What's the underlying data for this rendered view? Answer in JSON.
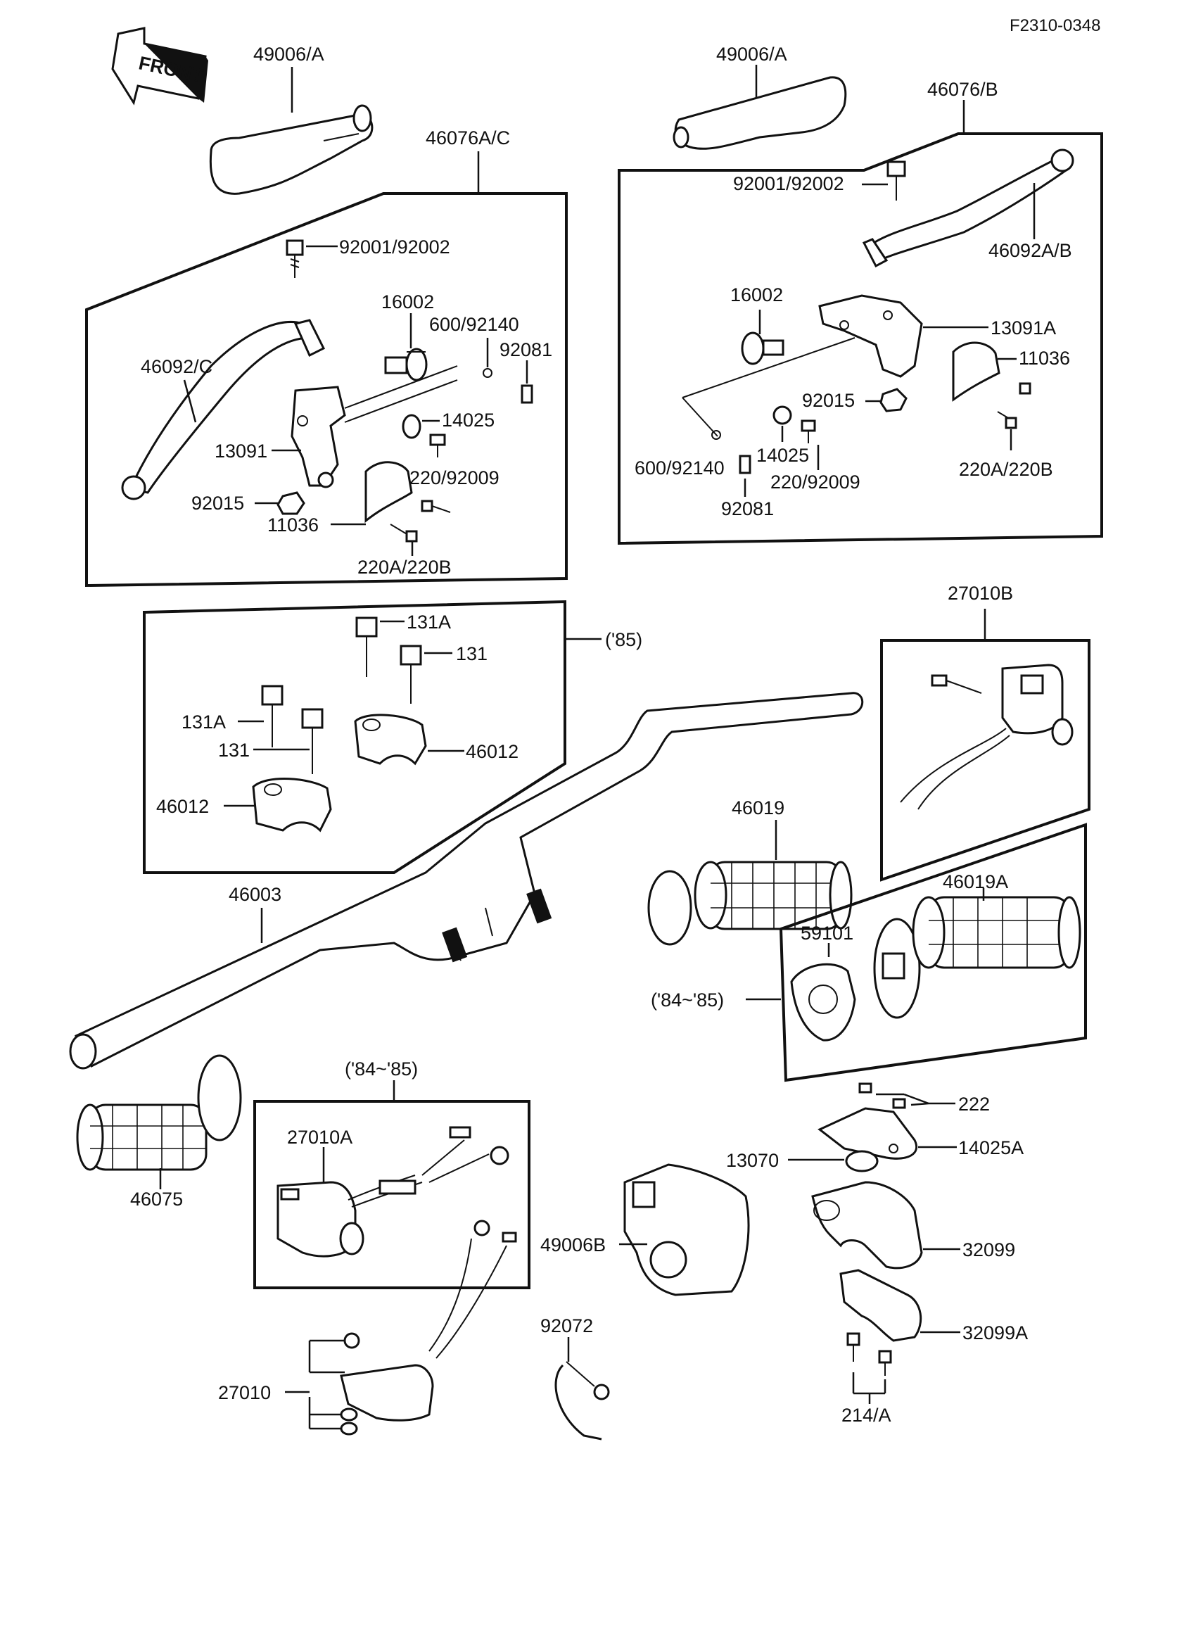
{
  "ref_code": "F2310-0348",
  "front_label": "FRONT",
  "labels": {
    "l49006A_left": "49006/A",
    "l49006A_right": "49006/A",
    "l46076AC": "46076A/C",
    "l46076B": "46076/B",
    "l92001_left": "92001/92002",
    "l92001_right": "92001/92002",
    "l46092C": "46092/C",
    "l46092AB": "46092A/B",
    "l16002_left": "16002",
    "l16002_right": "16002",
    "l600_left": "600/92140",
    "l600_right": "600/92140",
    "l92081_left": "92081",
    "l92081_right": "92081",
    "l13091": "13091",
    "l13091A": "13091A",
    "l14025_left": "14025",
    "l14025_right": "14025",
    "l220_left": "220/92009",
    "l220_right": "220/92009",
    "l92015_left": "92015",
    "l92015_right": "92015",
    "l11036_left": "11036",
    "l11036_right": "11036",
    "l220AB_left": "220A/220B",
    "l220AB_right": "220A/220B",
    "l131A_top": "131A",
    "l131_top": "131",
    "l131A_left": "131A",
    "l131_left": "131",
    "l46012_right": "46012",
    "l46012_left": "46012",
    "l85": "('85)",
    "l27010B": "27010B",
    "l46019": "46019",
    "l46019A": "46019A",
    "l59101": "59101",
    "l84_85_right": "('84~'85)",
    "l46003": "46003",
    "l84_85_left": "('84~'85)",
    "l27010A": "27010A",
    "l46075": "46075",
    "l222": "222",
    "l14025A": "14025A",
    "l13070": "13070",
    "l32099": "32099",
    "l32099A": "32099A",
    "l214A": "214/A",
    "l49006B": "49006B",
    "l92072": "92072",
    "l27010": "27010"
  }
}
